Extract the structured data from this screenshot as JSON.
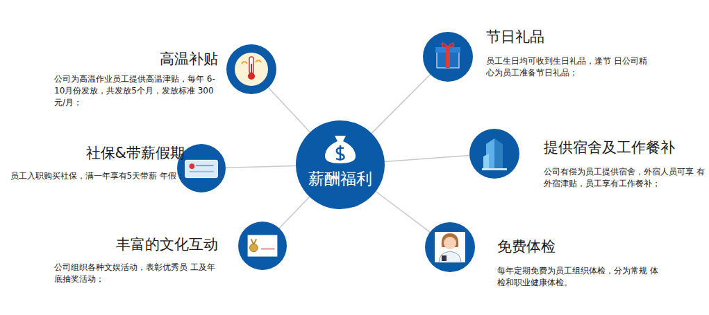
{
  "diagram": {
    "nodes": [
      {
        "text": [
          "薪酬福利"
        ]
      },
      {
        "text": [
          "高温补贴",
          "公司为高温作业员工提供高温津贴，每年 6-10月份发放，共发放5个月，发放标准 300元/月；"
        ]
      },
      {
        "text": [
          "节日礼品",
          "员工生日均可收到生日礼品，逢节 日公司精心为员工准备节日礼品；"
        ]
      },
      {
        "text": [
          "社保&带薪假期",
          "员工入职购买社保，满一年享有5天带薪 年假；"
        ]
      },
      {
        "text": [
          "提供宿舍及工作餐补",
          "公司有偿为员工提供宿舍，外宿人员可享 有外宿津贴，员工享有工作餐补；"
        ]
      },
      {
        "text": [
          "丰富的文化互动",
          "公司组织各种文娱活动，表彰优秀员 工及年底抽奖活动；"
        ]
      },
      {
        "text": [
          "免费体检",
          "每年定期免费为员工组织体检，分为常规 体检和职业健康体检。"
        ]
      }
    ],
    "edges": [
      {
        "from": 0,
        "to": 1,
        "arrow": "none"
      },
      {
        "from": 0,
        "to": 2,
        "arrow": "none"
      },
      {
        "from": 0,
        "to": 3,
        "arrow": "none"
      },
      {
        "from": 0,
        "to": 4,
        "arrow": "none"
      },
      {
        "from": 0,
        "to": 5,
        "arrow": "none"
      },
      {
        "from": 0,
        "to": 6,
        "arrow": "none"
      }
    ]
  }
}
